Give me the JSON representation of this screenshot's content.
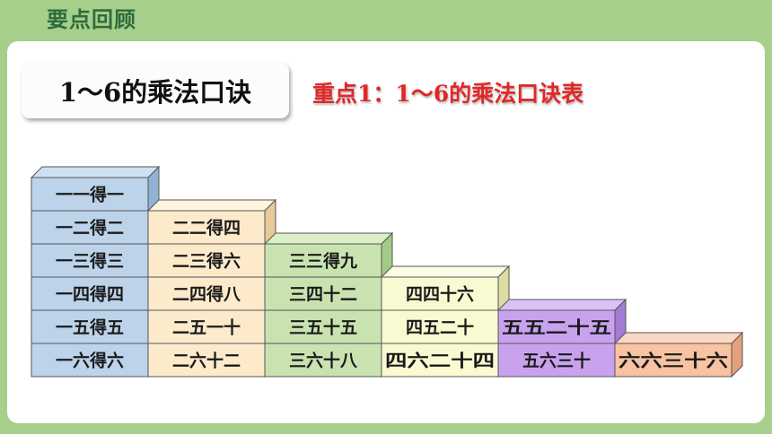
{
  "header": {
    "section_label": "要点回顾"
  },
  "topic": {
    "title": "1～6的乘法口诀"
  },
  "key_point": {
    "title": "重点1：1～6的乘法口诀表"
  },
  "table": {
    "columns": [
      {
        "colors": {
          "front": "#bcd3ea",
          "top": "#cfe0f2",
          "side": "#8fb2d6"
        },
        "items": [
          "一一得一",
          "一二得二",
          "一三得三",
          "一四得四",
          "一五得五",
          "一六得六"
        ]
      },
      {
        "colors": {
          "front": "#fdeacb",
          "top": "#fff4df",
          "side": "#e8c998"
        },
        "items": [
          "二二得四",
          "二三得六",
          "二四得八",
          "二五一十",
          "二六十二"
        ]
      },
      {
        "colors": {
          "front": "#c8e3b0",
          "top": "#dbefc9",
          "side": "#a3cb85"
        },
        "items": [
          "三三得九",
          "三四十二",
          "三五十五",
          "三六十八"
        ]
      },
      {
        "colors": {
          "front": "#fafad2",
          "top": "#fcfce6",
          "side": "#dcdca0"
        },
        "items": [
          "四四十六",
          "四五二十",
          "四六二十四"
        ]
      },
      {
        "colors": {
          "front": "#c9a2ee",
          "top": "#dcc0f6",
          "side": "#a57bd6"
        },
        "items": [
          "五五二十五",
          "五六三十"
        ]
      },
      {
        "colors": {
          "front": "#f7c3a2",
          "top": "#fbd8c2",
          "side": "#e3a07a"
        },
        "items": [
          "六六三十六"
        ]
      }
    ]
  }
}
